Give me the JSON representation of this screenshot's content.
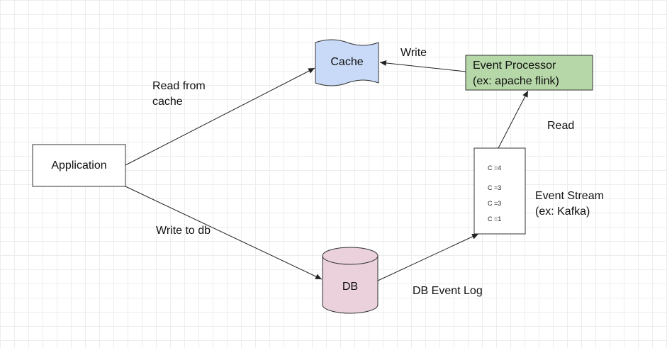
{
  "nodes": {
    "application": "Application",
    "cache": "Cache",
    "event_processor": "Event Processor\n(ex: apache flink)",
    "db": "DB",
    "event_stream": "Event Stream\n(ex: Kafka)"
  },
  "edges": {
    "read_from_cache": "Read from\ncache",
    "write_to_db": "Write to db",
    "write": "Write",
    "read": "Read",
    "db_event_log": "DB Event Log"
  },
  "stream_items": [
    "C =4",
    "C =3",
    "C =3",
    "C =1"
  ],
  "colors": {
    "cache_fill": "#c9daf8",
    "processor_fill": "#b6d7a8",
    "db_fill": "#ead1dc",
    "stroke": "#222222"
  }
}
